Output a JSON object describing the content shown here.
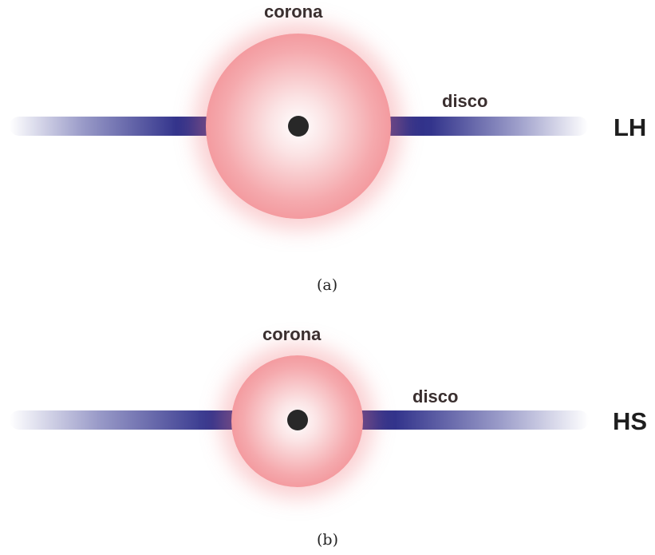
{
  "panels": [
    {
      "corona_label": "corona",
      "disc_label": "disco",
      "state_label": "LH",
      "caption": "(a)"
    },
    {
      "corona_label": "corona",
      "disc_label": "disco",
      "state_label": "HS",
      "caption": "(b)"
    }
  ],
  "colors": {
    "disc": "#2e2f86",
    "corona_edge": "#f07a80",
    "corona_center": "#ffffff",
    "black_hole": "#282828"
  }
}
